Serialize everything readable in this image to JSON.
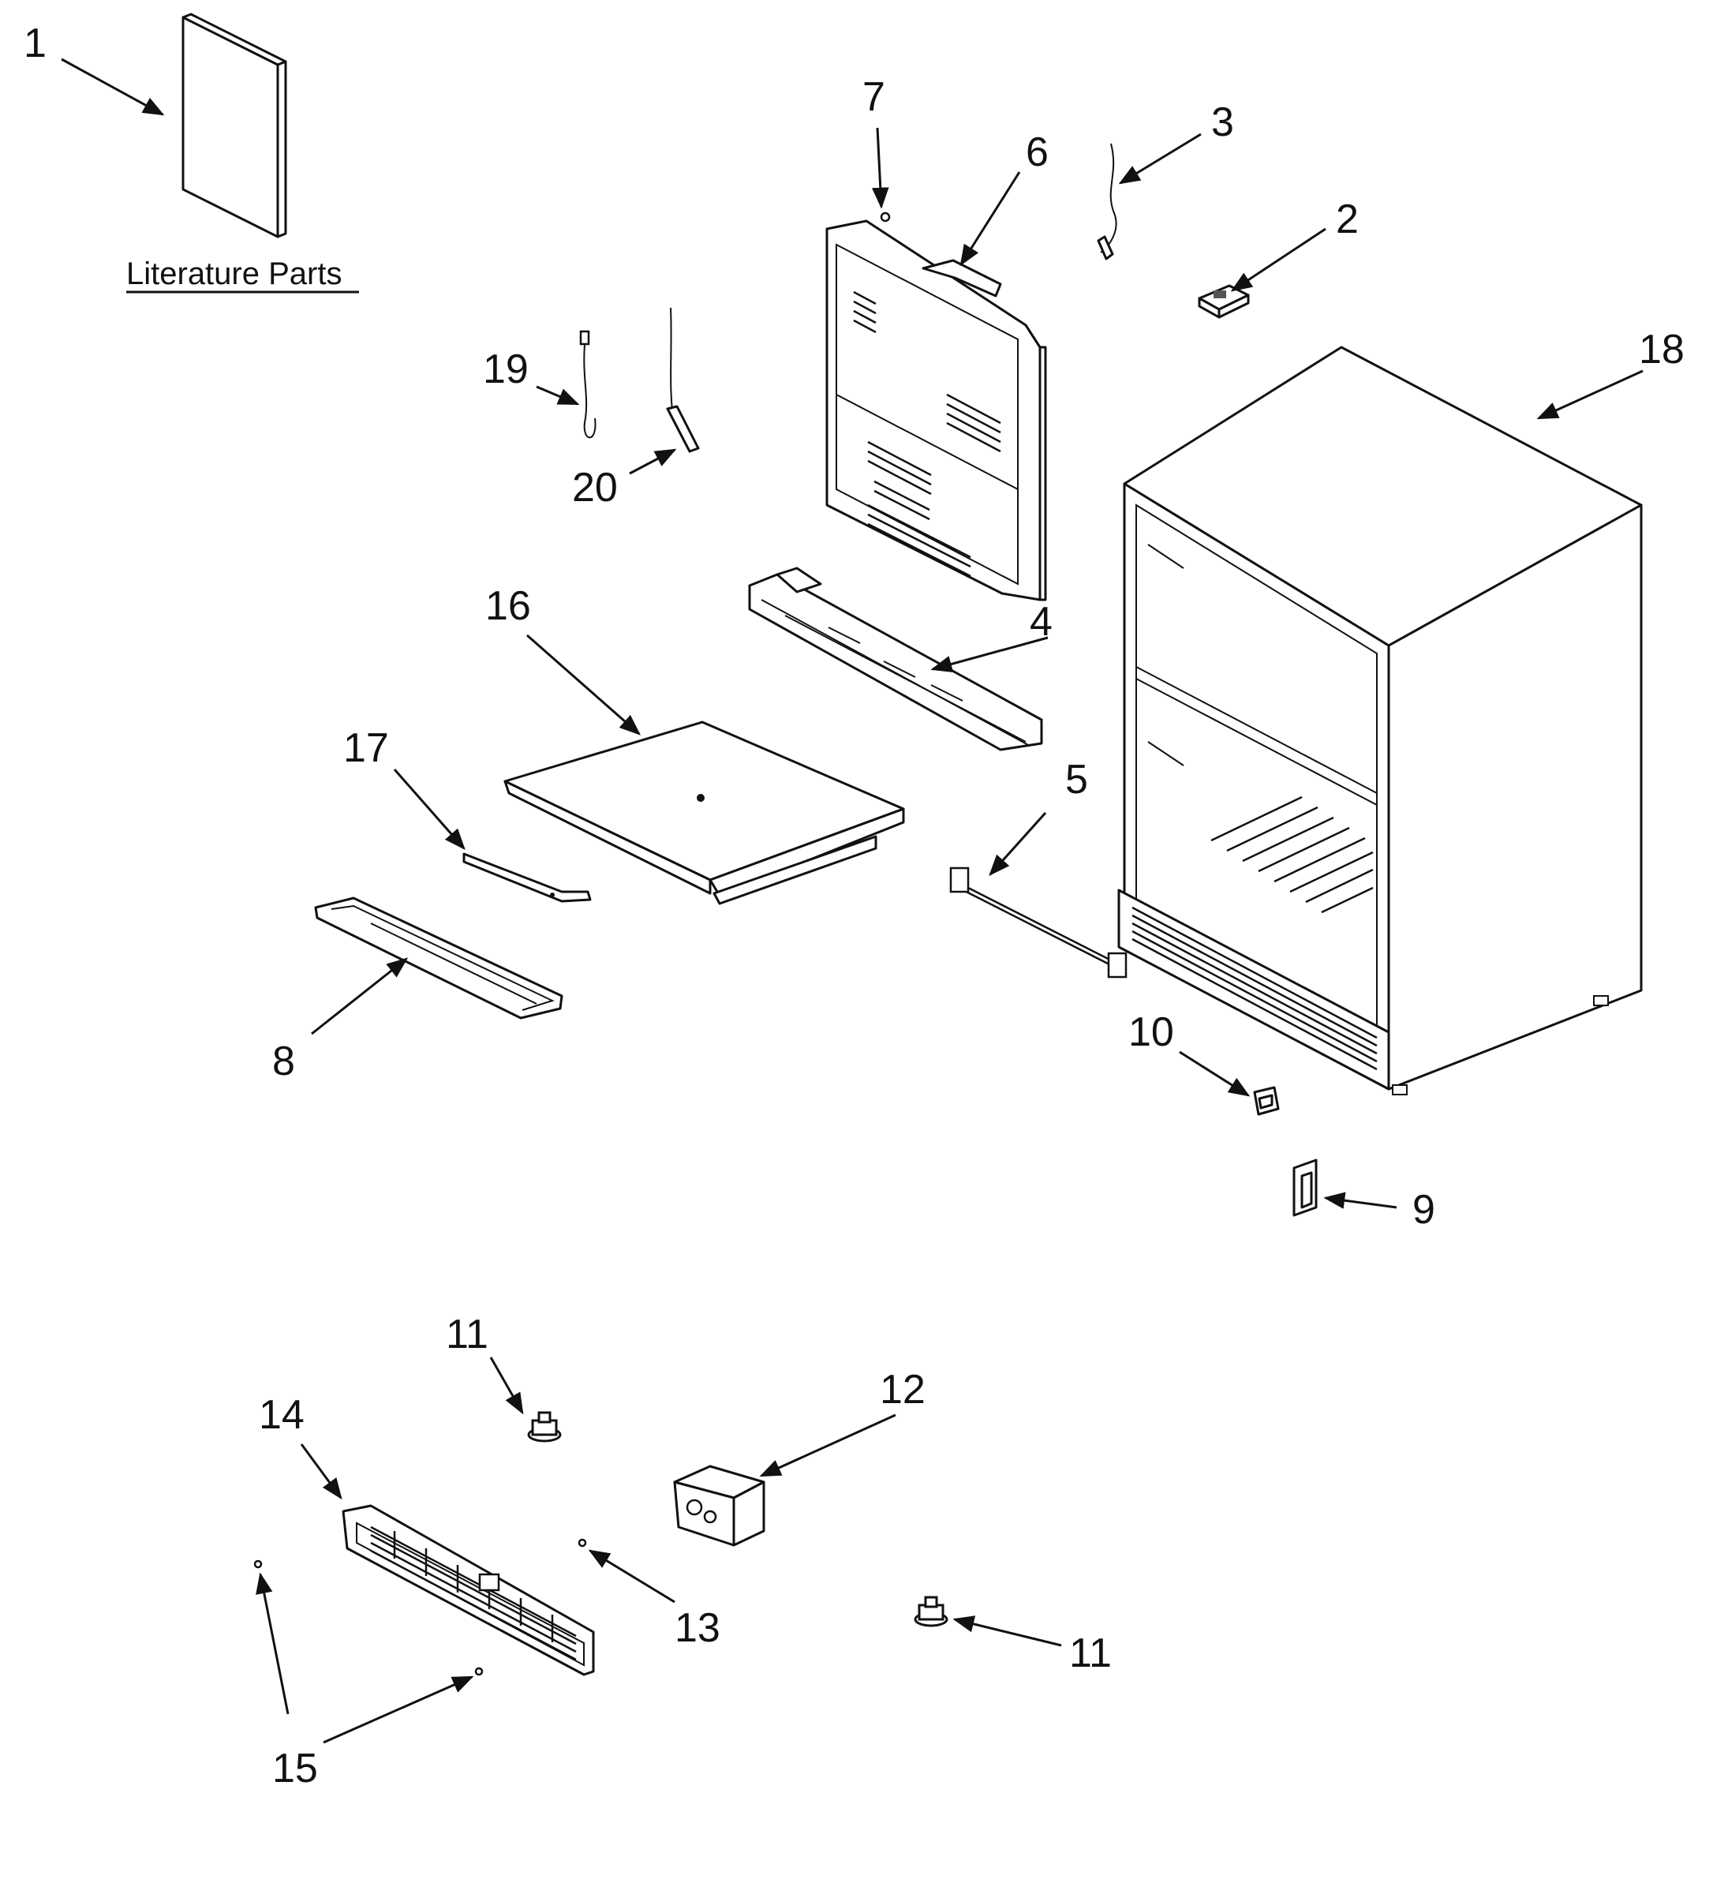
{
  "literature_label": "Literature Parts",
  "callouts": {
    "c1": "1",
    "c2": "2",
    "c3": "3",
    "c4": "4",
    "c5": "5",
    "c6": "6",
    "c7": "7",
    "c8": "8",
    "c9": "9",
    "c10": "10",
    "c11a": "11",
    "c11b": "11",
    "c12": "12",
    "c13": "13",
    "c14": "14",
    "c15": "15",
    "c16": "16",
    "c17": "17",
    "c18": "18",
    "c19": "19",
    "c20": "20"
  },
  "colors": {
    "line": "#111111",
    "background": "#ffffff"
  }
}
